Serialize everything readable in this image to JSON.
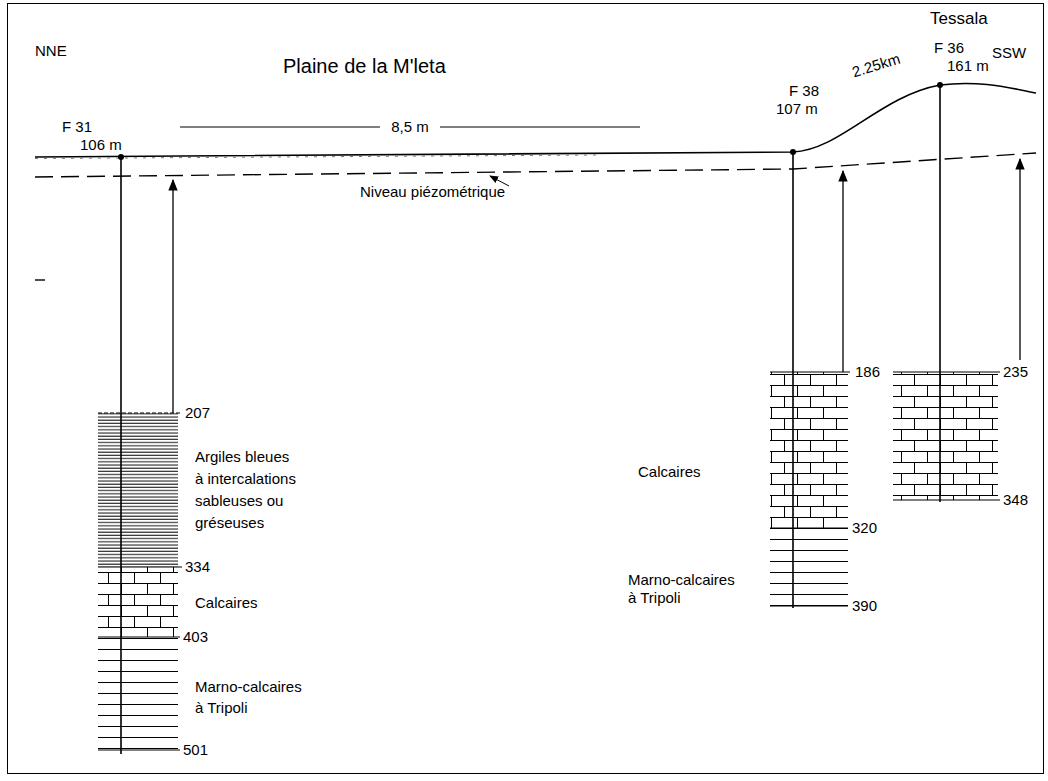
{
  "diagram": {
    "labels": [
      "Tessala",
      "NNE",
      "Plaine de la M'leta",
      "SSW",
      "F 31",
      "106 m",
      "8,5 m",
      "F 38",
      "107 m",
      "2.25km",
      "F 36",
      "161 m",
      "Niveau piézométrique",
      "207",
      "Argiles bleues à intercalations sableuses ou gréseuses",
      "334",
      "Calcaires",
      "403",
      "Marno-calcaires à Tripoli",
      "501",
      "186",
      "Calcaires",
      "320",
      "Marno-calcaires à Tripoli",
      "390",
      "235",
      "348"
    ]
  }
}
